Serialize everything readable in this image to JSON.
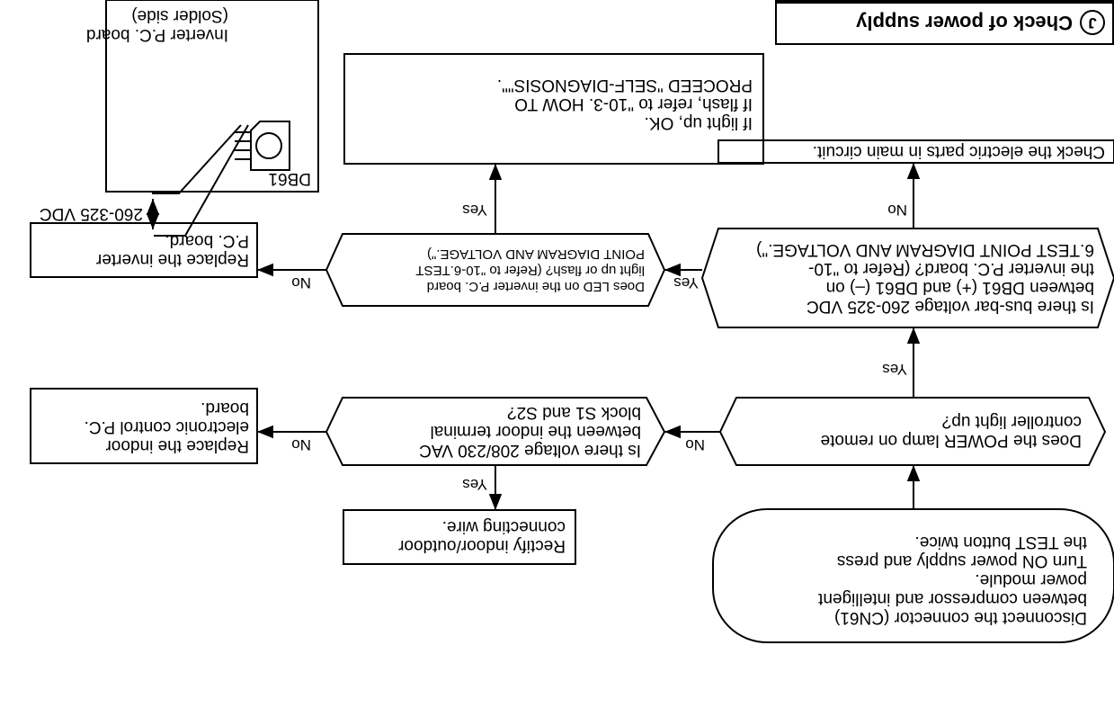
{
  "title": {
    "letter": "J",
    "text": "Check of power supply"
  },
  "start": {
    "lines": [
      "Disconnect the connector (CN61)",
      "between compressor and intelligent",
      "power module.",
      "Turn ON power supply and press",
      "the TEST button twice."
    ]
  },
  "q_power_lamp": {
    "lines": [
      "Does the POWER lamp on remote",
      "controller light up?"
    ]
  },
  "q_voltage_208": {
    "lines": [
      "Is there voltage 208/230 VAC",
      "between the indoor terminal",
      "block S1 and S2?"
    ]
  },
  "q_bus_bar": {
    "lines": [
      "Is there bus-bar voltage 260-325 VDC",
      "between DB61 (+) and DB61 (–) on",
      "the inverter P.C. board? (Refer to \"10-",
      "6.TEST POINT DIAGRAM AND VOLTAGE.\")"
    ]
  },
  "q_led": {
    "lines": [
      "Does LED on the inverter P.C. board",
      "light up or flash? (Refer to \"10-6.TEST",
      "POINT DIAGRAM AND VOLTAGE.\")"
    ]
  },
  "a_rectify": {
    "lines": [
      "Rectify indoor/outdoor",
      "connecting wire."
    ]
  },
  "a_replace_indoor": {
    "lines": [
      "Replace the indoor",
      "electronic control P.C.",
      "board."
    ]
  },
  "a_check_main": {
    "lines": [
      "Check the electric parts in main circuit."
    ]
  },
  "a_replace_inverter": {
    "lines": [
      "Replace the inverter",
      "P.C. board."
    ]
  },
  "a_light_ok": {
    "lines": [
      "If light up, OK.",
      "If flash, refer to \"10-3. HOW TO",
      "PROCEED \"SELF-DIAGNOSIS\"\"."
    ]
  },
  "edge_labels": {
    "yes": "Yes",
    "no": "No"
  },
  "pcb_figure": {
    "label_lines": [
      "Inverter P.C. board",
      "(Solder side)"
    ],
    "component": "DB61",
    "voltage": "260-325 VDC"
  }
}
